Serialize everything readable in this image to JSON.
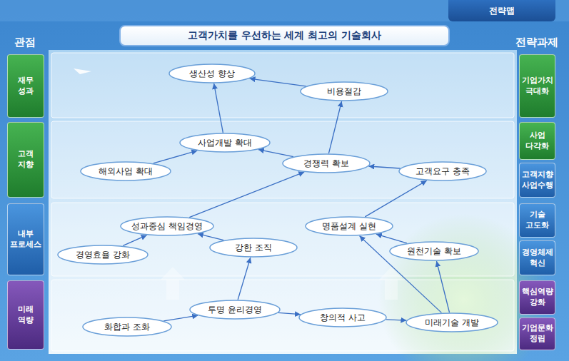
{
  "diagram": {
    "title": "고객가치를 우선하는 세계 최고의 기술회사",
    "nodes": [
      {
        "text": [
          "전략맵"
        ]
      },
      {
        "text": [
          "재무 성과"
        ]
      },
      {
        "text": [
          "고객 지향"
        ]
      },
      {
        "text": [
          "내부 프로세스"
        ]
      },
      {
        "text": [
          "미래 역량"
        ]
      },
      {
        "text": [
          "생산성 향상"
        ]
      },
      {
        "text": [
          "비용절감"
        ]
      },
      {
        "text": [
          "사업개발 확대"
        ]
      },
      {
        "text": [
          "해외사업 확대"
        ]
      },
      {
        "text": [
          "경쟁력 확보"
        ]
      },
      {
        "text": [
          "고객요구 충족"
        ]
      },
      {
        "text": [
          "성과중심 책임경영"
        ]
      },
      {
        "text": [
          "명품설계 실현"
        ]
      },
      {
        "text": [
          "경영효율 강화"
        ]
      },
      {
        "text": [
          "강한 조직"
        ]
      },
      {
        "text": [
          "원천기술 확보"
        ]
      },
      {
        "text": [
          "투명 윤리경영"
        ]
      },
      {
        "text": [
          "화합과 조화"
        ]
      },
      {
        "text": [
          "창의적 사고"
        ]
      },
      {
        "text": [
          "미래기술 개발"
        ]
      },
      {
        "text": [
          "기업가치 극대화"
        ]
      },
      {
        "text": [
          "사업 다각화"
        ]
      },
      {
        "text": [
          "고객지향 사업수행"
        ]
      },
      {
        "text": [
          "기술 고도화"
        ]
      },
      {
        "text": [
          "경영체제 혁신"
        ]
      },
      {
        "text": [
          "핵심역량 강화"
        ]
      },
      {
        "text": [
          "기업문화 정립"
        ]
      }
    ],
    "edges": [
      {
        "from": 6,
        "to": 5,
        "arrow": "to"
      },
      {
        "from": 7,
        "to": 5,
        "arrow": "to"
      },
      {
        "from": 9,
        "to": 6,
        "arrow": "to"
      },
      {
        "from": 8,
        "to": 7,
        "arrow": "to"
      },
      {
        "from": 9,
        "to": 7,
        "arrow": "to"
      },
      {
        "from": 10,
        "to": 9,
        "arrow": "to"
      },
      {
        "from": 11,
        "to": 9,
        "arrow": "to"
      },
      {
        "from": 12,
        "to": 10,
        "arrow": "to"
      },
      {
        "from": 13,
        "to": 11,
        "arrow": "to"
      },
      {
        "from": 14,
        "to": 11,
        "arrow": "to"
      },
      {
        "from": 15,
        "to": 12,
        "arrow": "to"
      },
      {
        "from": 16,
        "to": 14,
        "arrow": "to"
      },
      {
        "from": 17,
        "to": 16,
        "arrow": "to"
      },
      {
        "from": 16,
        "to": 18,
        "arrow": "to"
      },
      {
        "from": 18,
        "to": 19,
        "arrow": "to"
      },
      {
        "from": 19,
        "to": 12,
        "arrow": "to"
      },
      {
        "from": 19,
        "to": 15,
        "arrow": "to"
      }
    ],
    "labels": [
      "관점",
      "전략과제"
    ]
  }
}
